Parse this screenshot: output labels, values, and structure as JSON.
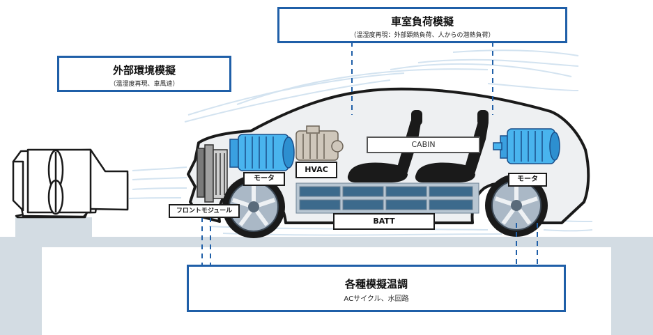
{
  "boxes": {
    "cabin_load": {
      "title": "車室負荷模擬",
      "subtitle": "（温湿度再現：外部顕熱負荷、人からの潜熱負荷）"
    },
    "external": {
      "title": "外部環境模擬",
      "subtitle": "（温湿度再現、車風速）"
    },
    "thermal": {
      "title": "各種模擬温調",
      "subtitle": "ACサイクル、水回路"
    }
  },
  "labels": {
    "cabin": "CABIN",
    "hvac": "HVAC",
    "motor_front": "モータ",
    "motor_rear": "モータ",
    "front_module": "フロントモジュール",
    "batt": "BATT"
  },
  "colors": {
    "accent": "#1f5fa8",
    "stroke": "#1a1a1a",
    "floor": "#d3dce3"
  }
}
